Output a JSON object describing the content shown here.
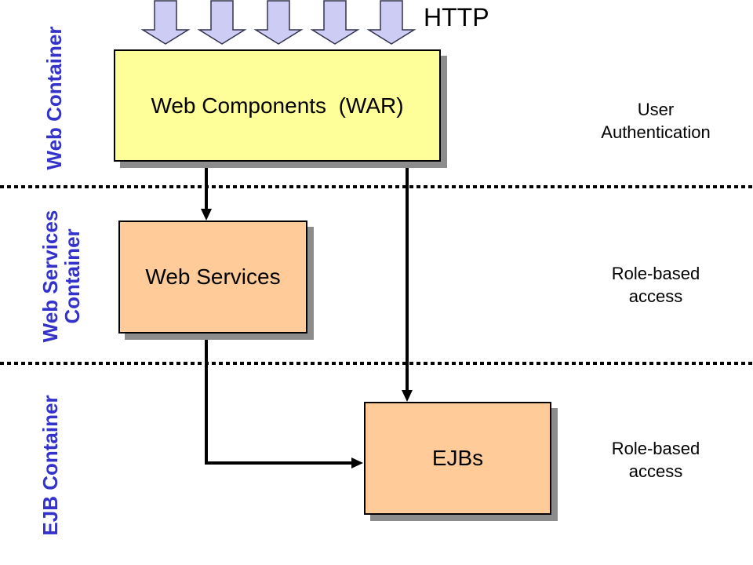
{
  "http_label": "HTTP",
  "bands": [
    {
      "label": "Web Container"
    },
    {
      "lines": [
        "Web Services",
        "Container"
      ]
    },
    {
      "label": "EJB Container"
    }
  ],
  "boxes": {
    "web_components": {
      "label": "Web Components  (WAR)"
    },
    "web_services": {
      "label": "Web Services"
    },
    "ejbs": {
      "label": "EJBs"
    }
  },
  "annotations": {
    "user_auth": {
      "lines": [
        "User",
        "Authentication"
      ]
    },
    "role_access_1": {
      "lines": [
        "Role-based",
        "access"
      ]
    },
    "role_access_2": {
      "lines": [
        "Role-based",
        "access"
      ]
    }
  },
  "colors": {
    "band_label_blue": "#3333CC",
    "web_components_fill": "#FFFF99",
    "services_ejb_fill": "#FFCC99",
    "http_arrow_fill": "#CCCCF5",
    "box_shadow_gray": "#8C8C8C",
    "connector_black": "#000000"
  }
}
